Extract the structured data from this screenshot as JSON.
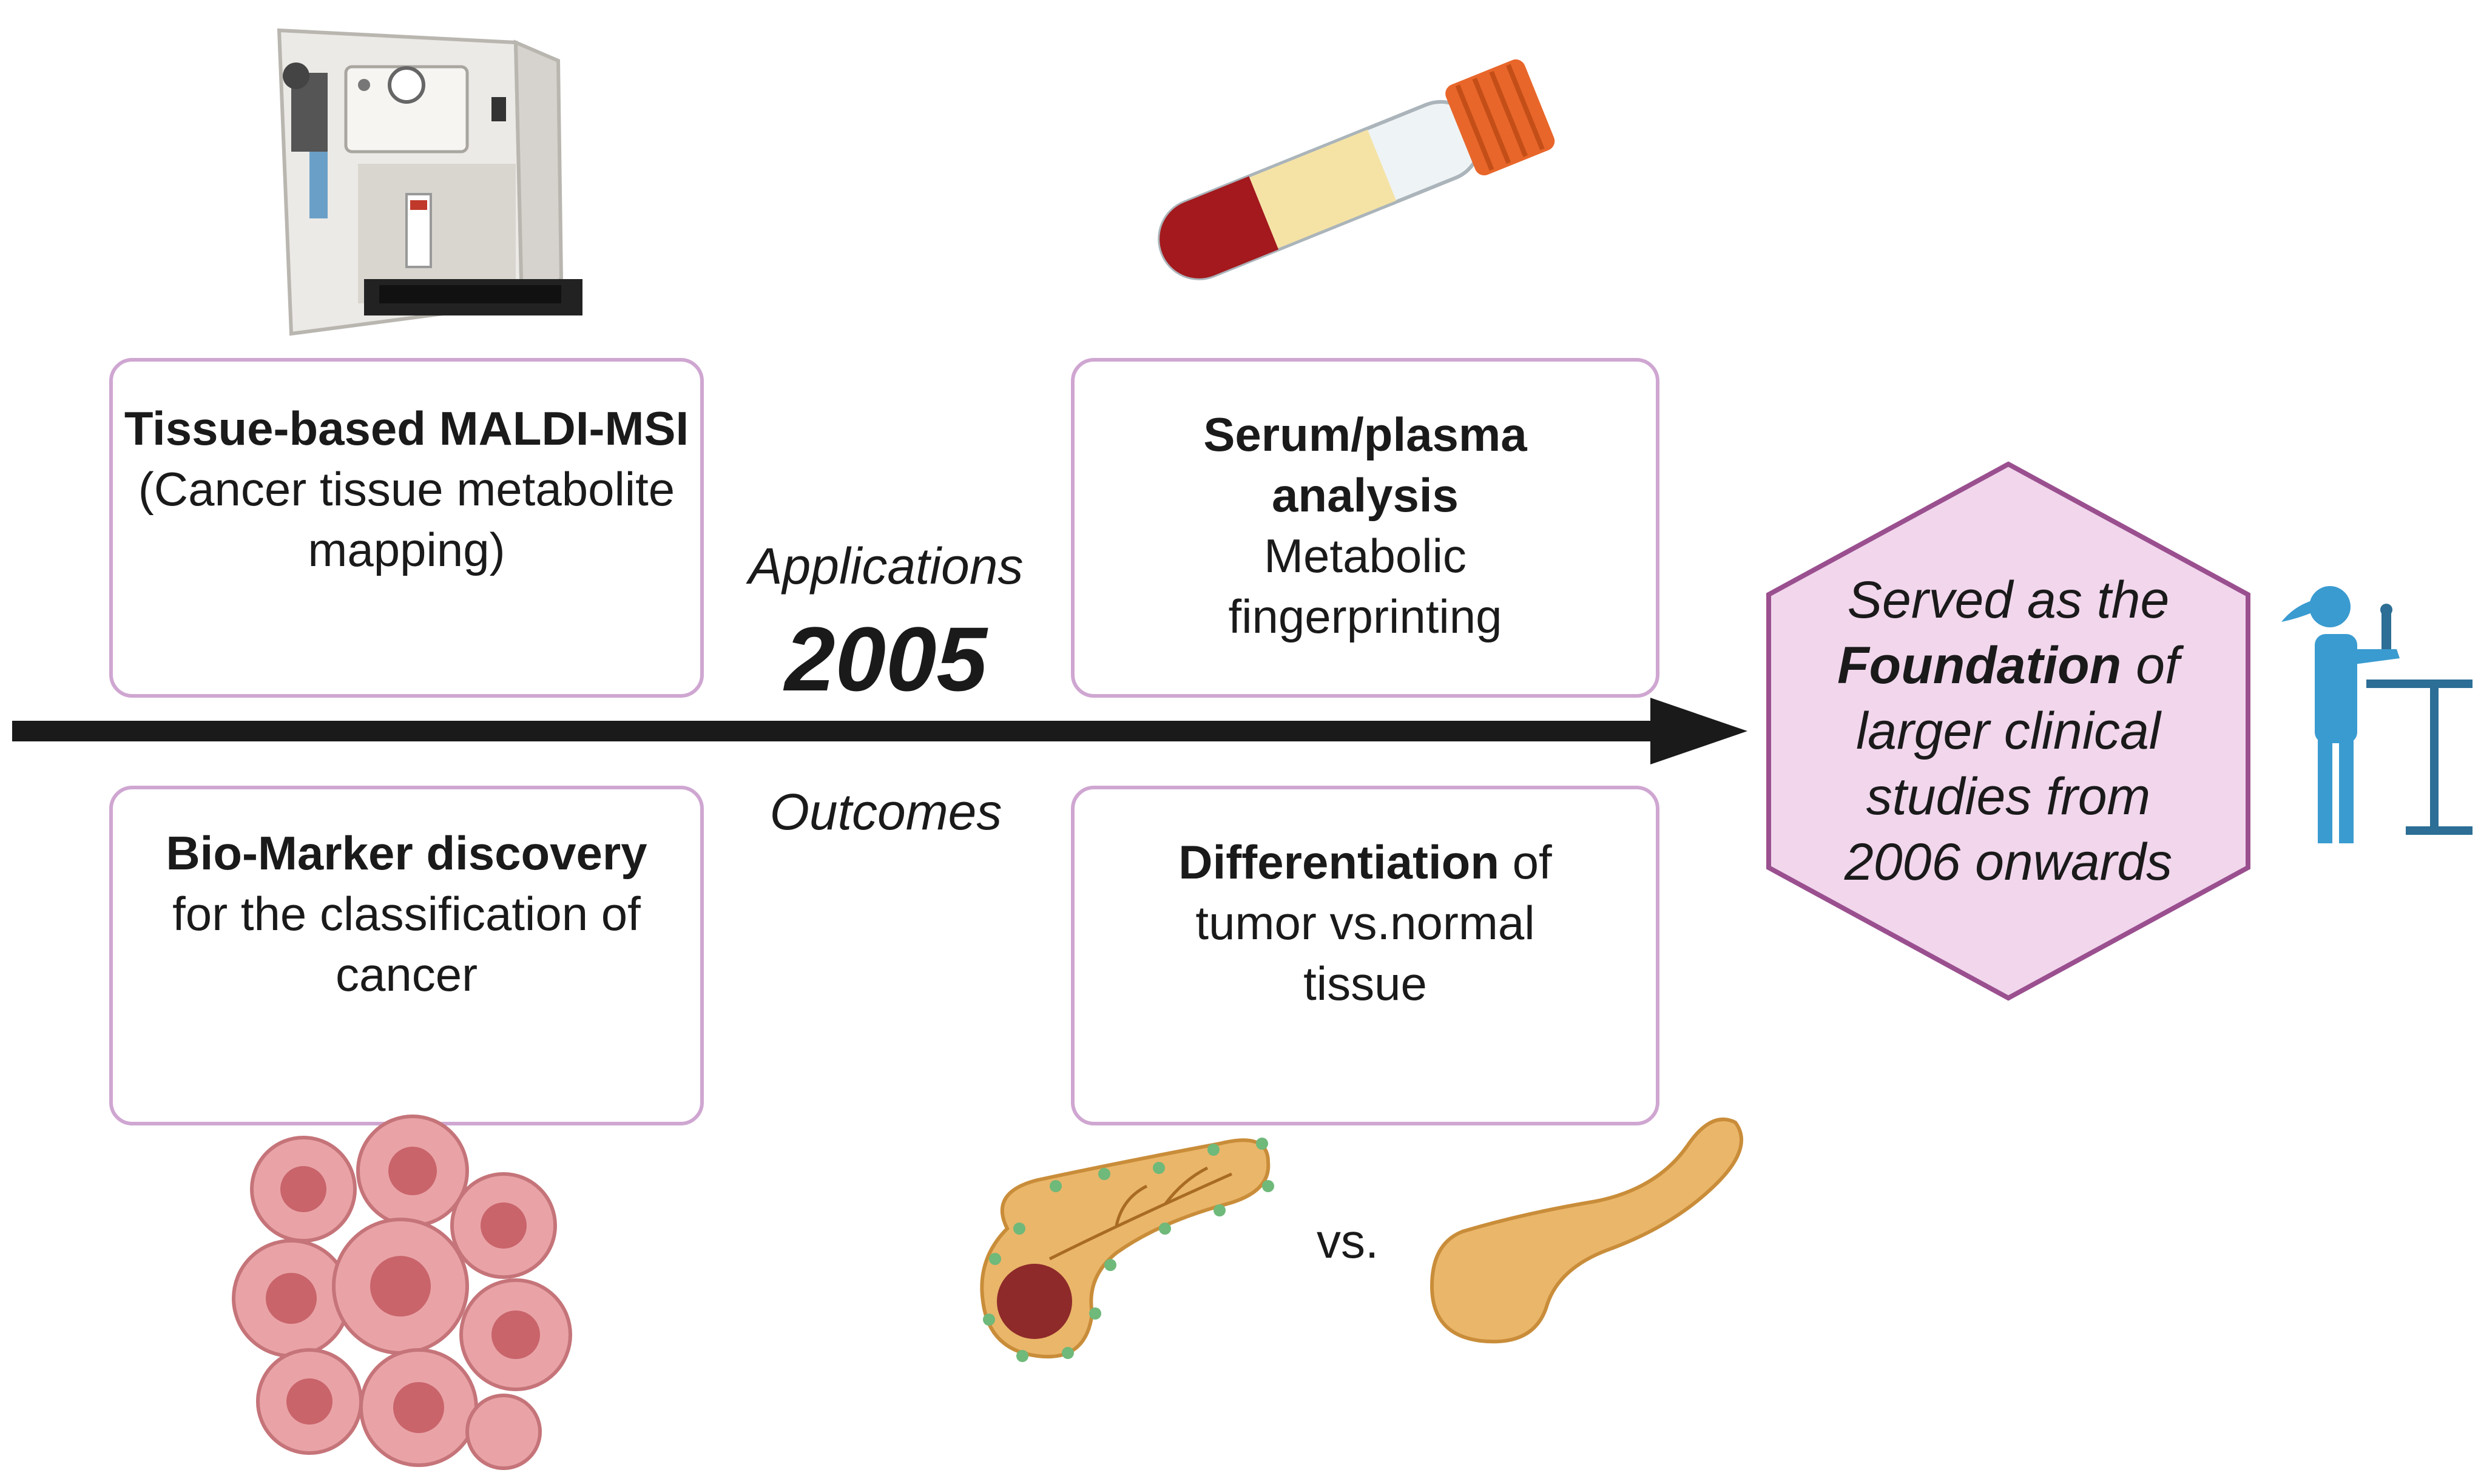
{
  "applications_label": "Applications",
  "year": "2005",
  "outcomes_label": "Outcomes",
  "box_tissue": {
    "title": "Tissue-based MALDI-MSI",
    "desc": "(Cancer tissue metabolite mapping)"
  },
  "box_serum": {
    "title": "Serum/plasma analysis",
    "desc": "Metabolic fingerprinting"
  },
  "box_biomarker": {
    "title": "Bio-Marker discovery",
    "desc": "for the classification of cancer"
  },
  "box_differentiation": {
    "title": "Differentiation",
    "title_suffix": "of",
    "desc": "tumor vs.normal tissue"
  },
  "hexagon": {
    "line1": "Served as the",
    "bold": "Foundation",
    "of": "of",
    "line3": "larger clinical",
    "line4": "studies from",
    "line5": "2006 onwards"
  },
  "vs_label": "vs.",
  "colors": {
    "box_border": "#cfa6d1",
    "hex_fill": "#f1d6ec",
    "hex_stroke": "#9a4f8f",
    "arrow": "#1a1a1a",
    "scientist": "#3a9bd0"
  },
  "icons": [
    "maldi-instrument-icon",
    "blood-tube-icon",
    "cancer-cells-icon",
    "tumor-pancreas-icon",
    "normal-pancreas-icon",
    "scientist-icon"
  ]
}
